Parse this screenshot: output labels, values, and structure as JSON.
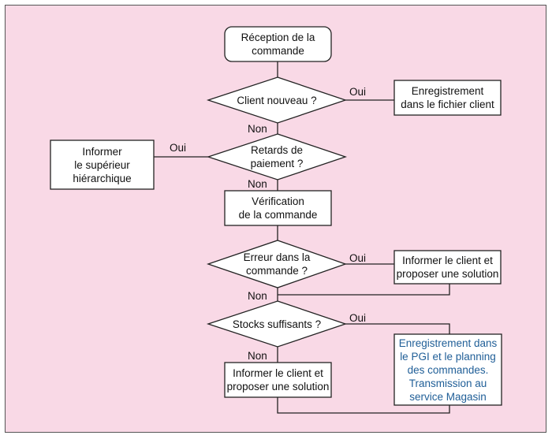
{
  "colors": {
    "background": "#f9d9e6",
    "box_fill": "#ffffff",
    "stroke": "#222222",
    "highlight_text": "#1f5e97"
  },
  "nodes": {
    "start": "Réception de la\ncommande",
    "q_new_client": "Client nouveau ?",
    "register_client": "Enregistrement\ndans le fichier client",
    "q_payment_delays": "Retards de\npaiement ?",
    "inform_superior": "Informer\nle supérieur\nhiérarchique",
    "check_order": "Vérification\nde la commande",
    "q_order_error": "Erreur dans la\ncommande ?",
    "inform_client_1": "Informer le client et\nproposer une solution",
    "q_stock": "Stocks suffisants ?",
    "register_erp": "Enregistrement dans\nle PGI et le planning\ndes commandes.\nTransmission au\nservice Magasin",
    "inform_client_2": "Informer le client et\nproposer une solution"
  },
  "labels": {
    "yes": "Oui",
    "no": "Non"
  }
}
